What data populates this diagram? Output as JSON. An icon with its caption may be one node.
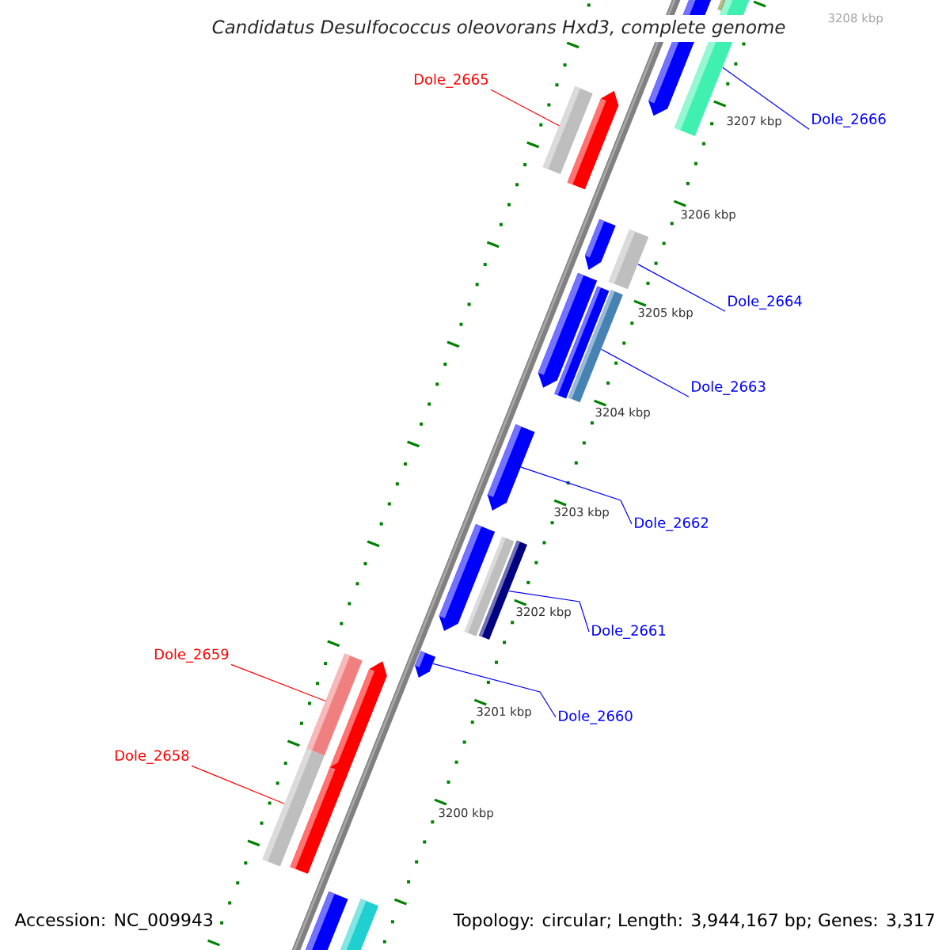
{
  "diagram": {
    "title": "Candidatus Desulfococcus oleovorans Hxd3, complete genome",
    "nodes": [
      {
        "text": [
          "Dole_2665"
        ]
      },
      {
        "text": [],
        "shape": "bar"
      },
      {
        "text": [
          "Dole_2666"
        ]
      },
      {
        "text": [],
        "shape": "bar"
      },
      {
        "text": [
          "Dole_2664"
        ]
      },
      {
        "text": [],
        "shape": "bar"
      },
      {
        "text": [
          "Dole_2663"
        ]
      },
      {
        "text": [],
        "shape": "bar"
      },
      {
        "text": [
          "Dole_2662"
        ]
      },
      {
        "text": [],
        "shape": "bar"
      },
      {
        "text": [
          "Dole_2661"
        ]
      },
      {
        "text": [],
        "shape": "bar"
      },
      {
        "text": [
          "Dole_2659"
        ]
      },
      {
        "text": [],
        "shape": "bar"
      },
      {
        "text": [
          "Dole_2660"
        ]
      },
      {
        "text": [],
        "shape": "bar"
      },
      {
        "text": [
          "Dole_2658"
        ]
      },
      {
        "text": [],
        "shape": "bar"
      }
    ],
    "edges": [
      {
        "from": 0,
        "to": 1,
        "arrow": "none",
        "color": "#ff0000"
      },
      {
        "from": 2,
        "to": 3,
        "arrow": "none"
      },
      {
        "from": 4,
        "to": 5,
        "arrow": "none"
      },
      {
        "from": 6,
        "to": 7,
        "arrow": "none"
      },
      {
        "from": 8,
        "to": 9,
        "arrow": "none"
      },
      {
        "from": 10,
        "to": 11,
        "arrow": "none"
      },
      {
        "from": 12,
        "to": 13,
        "arrow": "none",
        "color": "#ff0000"
      },
      {
        "from": 14,
        "to": 15,
        "arrow": "none"
      },
      {
        "from": 16,
        "to": 17,
        "arrow": "none",
        "color": "#ff0000"
      }
    ],
    "labels": [
      "3208 kbp",
      "3207 kbp",
      "3206 kbp",
      "3205 kbp",
      "3204 kbp",
      "3203 kbp",
      "3202 kbp",
      "3201 kbp",
      "3200 kbp",
      "Accession: NC_009943",
      "Topology: circular; Length: 3,944,167 bp; Genes: 3,317"
    ]
  }
}
